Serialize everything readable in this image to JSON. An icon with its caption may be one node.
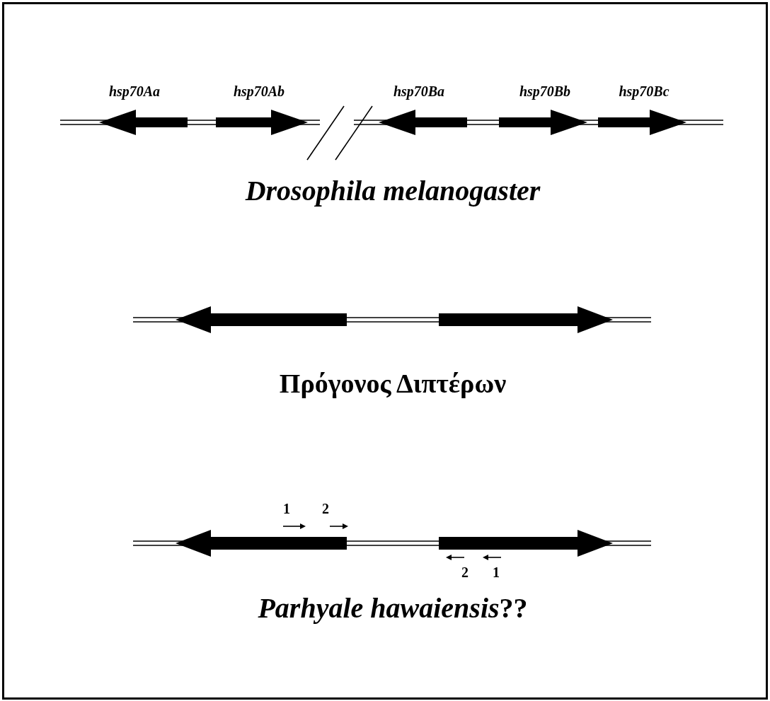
{
  "diagram": {
    "labels": [
      "hsp70Aa",
      "hsp70Ab",
      "hsp70Ba",
      "hsp70Bb",
      "hsp70Bc",
      "Drosophila melanogaster",
      "Πρόγονος Διπτέρων",
      "1",
      "2",
      "2",
      "1",
      "*Parhyale hawaiensis*??"
    ]
  }
}
